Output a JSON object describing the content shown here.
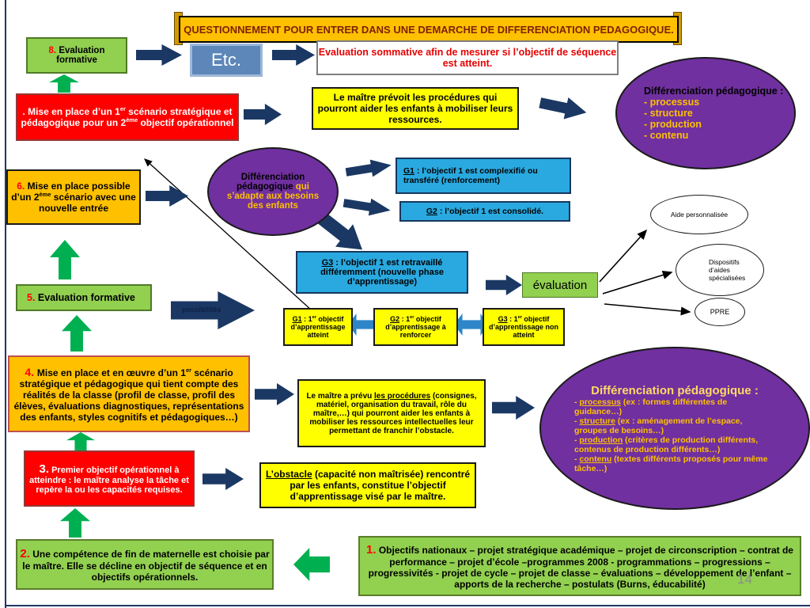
{
  "banner": {
    "title": "QUESTIONNEMENT POUR ENTRER DANS UNE DEMARCHE DE DIFFERENCIATION PEDAGOGIQUE."
  },
  "slide": {
    "page_number": "14"
  },
  "colors": {
    "navy_arrow": "#1A3863",
    "green_arrow": "#00B050",
    "blue_double_arrow": "#2E86C8",
    "purple_ellipse": "#7030A0",
    "green_box": "#92D050",
    "yellow_box": "#FFFF00",
    "orange_box": "#FFC000",
    "red_box": "#FF0000",
    "blue_box": "#29A9E0",
    "banner_fill": "#FFC000",
    "number_red": "#FF0000",
    "ellipse_text_yellow": "#FFC000"
  },
  "nodes": {
    "box8": {
      "rich": [
        {
          "t": "8. ",
          "c": "#FF0000"
        },
        {
          "t": "Evaluation formative"
        }
      ]
    },
    "etc": {
      "label": "Etc."
    },
    "eval_sommative": {
      "text": "Evaluation sommative afin de mesurer si l’objectif de séquence est atteint."
    },
    "box7": {
      "rich": [
        {
          "t": ". Mise en place d’un 1"
        },
        {
          "t": "er",
          "sup": true
        },
        {
          "t": " scénario stratégique et pédagogique pour un 2"
        },
        {
          "t": "ème",
          "sup": true
        },
        {
          "t": " objectif opérationnel"
        }
      ]
    },
    "prevoit": {
      "text": "Le maître prévoit les procédures qui pourront aider les enfants à mobiliser leurs ressources."
    },
    "purple_top": {
      "title": "Différenciation pédagogique :",
      "items": [
        "- processus",
        "- structure",
        "- production",
        "- contenu"
      ]
    },
    "box6": {
      "rich": [
        {
          "t": "6. ",
          "c": "#FF0000"
        },
        {
          "t": "Mise en place possible d’un 2"
        },
        {
          "t": "ème",
          "sup": true
        },
        {
          "t": " scénario avec une nouvelle entrée"
        }
      ]
    },
    "purple_mid": {
      "rich": [
        {
          "t": "Différenciation pédagogique ",
          "c": "#000000"
        },
        {
          "t": "qui s’adapte aux besoins des enfants",
          "c": "#FFC000"
        }
      ]
    },
    "g1_blue": {
      "rich": [
        {
          "t": "G1",
          "u": true
        },
        {
          "t": " : l’objectif 1 est complexifié ou transféré (renforcement)"
        }
      ]
    },
    "g2_blue": {
      "rich": [
        {
          "t": "G2",
          "u": true
        },
        {
          "t": " : l’objectif 1 est consolidé."
        }
      ]
    },
    "g3_blue": {
      "rich": [
        {
          "t": "G3",
          "u": true
        },
        {
          "t": " : l’objectif 1 est retravaillé différemment (nouvelle phase d’apprentissage)"
        }
      ]
    },
    "evaluation": {
      "label": "évaluation"
    },
    "aide": {
      "text": "Aide personnalisée"
    },
    "dispositifs": {
      "text": "Dispositifs d’aides spécialisées"
    },
    "ppre": {
      "text": "PPRE"
    },
    "box5": {
      "rich": [
        {
          "t": "5. ",
          "c": "#FF0000"
        },
        {
          "t": "Evaluation formative"
        }
      ]
    },
    "arrow_label": {
      "text": "possibilités"
    },
    "g1_small": {
      "rich": [
        {
          "t": "G1",
          "u": true
        },
        {
          "t": " : 1"
        },
        {
          "t": "er",
          "sup": true
        },
        {
          "t": " objectif d’apprentissage atteint"
        }
      ]
    },
    "g2_small": {
      "rich": [
        {
          "t": "G2",
          "u": true
        },
        {
          "t": " : 1"
        },
        {
          "t": "er",
          "sup": true
        },
        {
          "t": " objectif d’apprentissage à renforcer"
        }
      ]
    },
    "g3_small": {
      "rich": [
        {
          "t": "G3",
          "u": true
        },
        {
          "t": " : 1"
        },
        {
          "t": "er",
          "sup": true
        },
        {
          "t": " objectif d’apprentissage non atteint"
        }
      ]
    },
    "box4": {
      "rich": [
        {
          "t": "4. ",
          "c": "#FF0000",
          "fs": 14
        },
        {
          "t": "Mise en place et en œuvre d’un 1"
        },
        {
          "t": "er",
          "sup": true
        },
        {
          "t": " scénario stratégique et pédagogique qui tient compte des réalités de la classe (profil de classe, profil des élèves, évaluations diagnostiques, représentations des enfants, styles cognitifs et pédagogiques…)"
        }
      ]
    },
    "prevu": {
      "rich": [
        {
          "t": "Le maître a prévu "
        },
        {
          "t": "les procédures",
          "u": true
        },
        {
          "t": " (consignes, matériel, organisation du travail, rôle du maître,…) qui pourront aider les enfants à mobiliser les ressources intellectuelles leur permettant de franchir l’obstacle."
        }
      ]
    },
    "purple_big": {
      "title": "Différenciation pédagogique :",
      "rich": [
        {
          "t": "- "
        },
        {
          "t": "processus",
          "u": true
        },
        {
          "t": " (ex : formes différentes de guidance…)\n- "
        },
        {
          "t": "structure",
          "u": true
        },
        {
          "t": "  (ex : aménagement de l’espace, groupes de besoins…)\n- "
        },
        {
          "t": "production",
          "u": true
        },
        {
          "t": " (critères de production différents,\ncontenus de production différents…)\n- "
        },
        {
          "t": "contenu",
          "u": true
        },
        {
          "t": " (textes différents proposés pour même tâche…)"
        }
      ]
    },
    "box3": {
      "rich": [
        {
          "t": "3.",
          "fs": 15
        },
        {
          "t": " Premier objectif opérationnel à atteindre : le maître analyse la tâche et repère la ou les capacités requises."
        }
      ]
    },
    "obstacle": {
      "rich": [
        {
          "t": "L’obstacle",
          "u": true
        },
        {
          "t": " (capacité non maîtrisée) rencontré par les enfants, constitue l’objectif d’apprentissage visé par le maître."
        }
      ]
    },
    "box2": {
      "rich": [
        {
          "t": "2.",
          "c": "#FF0000",
          "fs": 15
        },
        {
          "t": " Une compétence de fin de maternelle est choisie par le maître. Elle se décline en objectif de séquence et en objectifs opérationnels."
        }
      ]
    },
    "box1": {
      "rich": [
        {
          "t": "1.",
          "c": "#FF0000",
          "fs": 15
        },
        {
          "t": " Objectifs nationaux – projet stratégique académique – projet de circonscription – contrat de performance – projet d’école –programmes 2008 -  programmations – progressions – progressivités - projet de cycle – projet de classe – évaluations – développement de l’enfant – apports de la recherche – postulats (Burns, éducabilité)"
        }
      ]
    }
  }
}
